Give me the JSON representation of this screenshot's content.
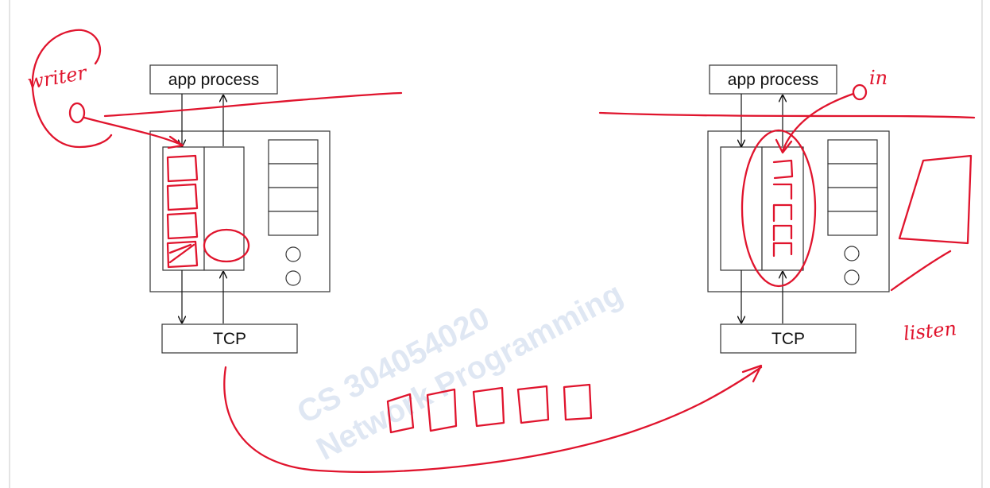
{
  "slide": {
    "left": {
      "app_label": "app process",
      "tcp_label": "TCP"
    },
    "right": {
      "app_label": "app process",
      "tcp_label": "TCP"
    },
    "watermark": {
      "line1": "CS 304054020",
      "line2": "Network Programming"
    }
  },
  "annotations": {
    "writer": "writer",
    "in": "in",
    "listen": "listen"
  },
  "colors": {
    "ink": "#e0142d",
    "frame": "#333333",
    "watermark": "#dfe7f3",
    "background": "#ffffff"
  }
}
